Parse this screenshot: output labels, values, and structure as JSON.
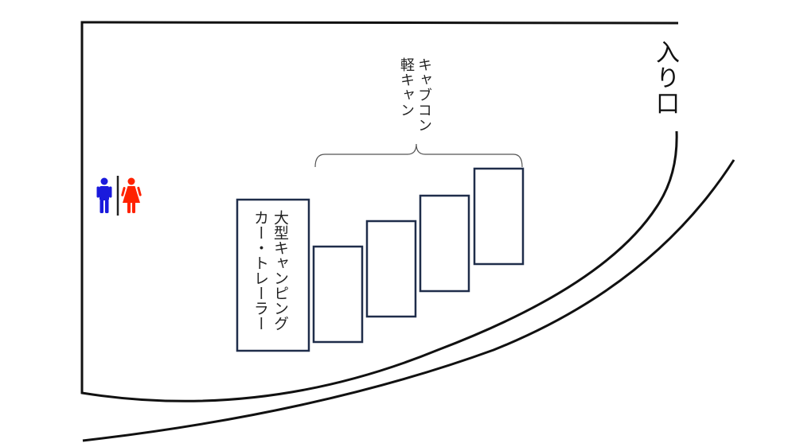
{
  "entrance": {
    "label": "入り口"
  },
  "cabcon_area": {
    "label_line1": "キャブコン",
    "label_line2": "軽キャン",
    "slot_count": 4
  },
  "large_area": {
    "label_line1": "大型キャンピング",
    "label_line2": "カー・トレーラー"
  },
  "restroom": {
    "icons": [
      "male-restroom-icon",
      "female-restroom-icon"
    ],
    "male_color": "#1a1adc",
    "female_color": "#ff2200"
  },
  "colors": {
    "slot_border": "#1f2d4a",
    "road_line": "#111111",
    "bracket": "#555555"
  }
}
